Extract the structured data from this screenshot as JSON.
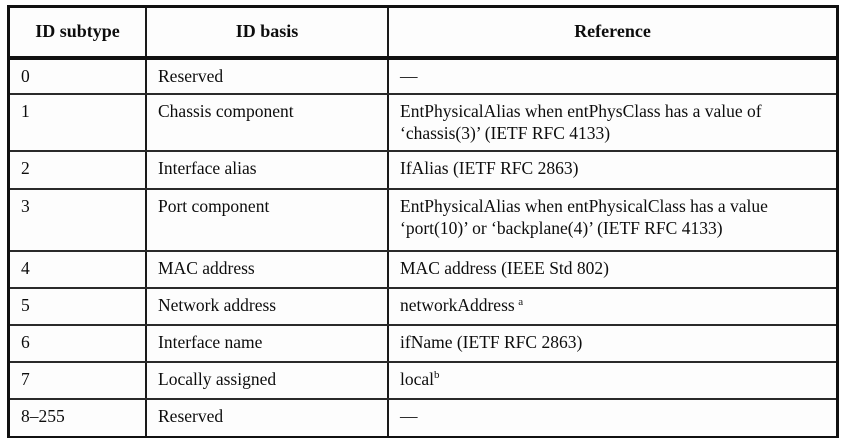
{
  "table": {
    "headers": [
      "ID subtype",
      "ID basis",
      "Reference"
    ],
    "rows": [
      {
        "subtype": "0",
        "basis": "Reserved",
        "reference_lines": [
          "—"
        ],
        "footnote": ""
      },
      {
        "subtype": "1",
        "basis": "Chassis component",
        "reference_lines": [
          "EntPhysicalAlias when entPhysClass has a value of",
          "‘chassis(3)’ (IETF RFC 4133)"
        ],
        "footnote": ""
      },
      {
        "subtype": "2",
        "basis": "Interface alias",
        "reference_lines": [
          "IfAlias (IETF RFC 2863)"
        ],
        "footnote": ""
      },
      {
        "subtype": "3",
        "basis": "Port component",
        "reference_lines": [
          "EntPhysicalAlias when entPhysicalClass has a value",
          "‘port(10)’ or ‘backplane(4)’ (IETF RFC 4133)"
        ],
        "footnote": ""
      },
      {
        "subtype": "4",
        "basis": "MAC address",
        "reference_lines": [
          "MAC address (IEEE Std 802)"
        ],
        "footnote": ""
      },
      {
        "subtype": "5",
        "basis": "Network address",
        "reference_lines": [
          "networkAddress"
        ],
        "footnote": "a"
      },
      {
        "subtype": "6",
        "basis": "Interface name",
        "reference_lines": [
          "ifName (IETF RFC 2863)"
        ],
        "footnote": ""
      },
      {
        "subtype": "7",
        "basis": "Locally assigned",
        "reference_lines": [
          "local"
        ],
        "footnote": "b"
      },
      {
        "subtype": "8–255",
        "basis": "Reserved",
        "reference_lines": [
          "—"
        ],
        "footnote": ""
      }
    ]
  },
  "colors": {
    "border": "#111111",
    "rule": "#2a2a2a",
    "text": "#0d0d0d",
    "page_background": "#ffffff",
    "cell_background": "#fdfdfd"
  }
}
